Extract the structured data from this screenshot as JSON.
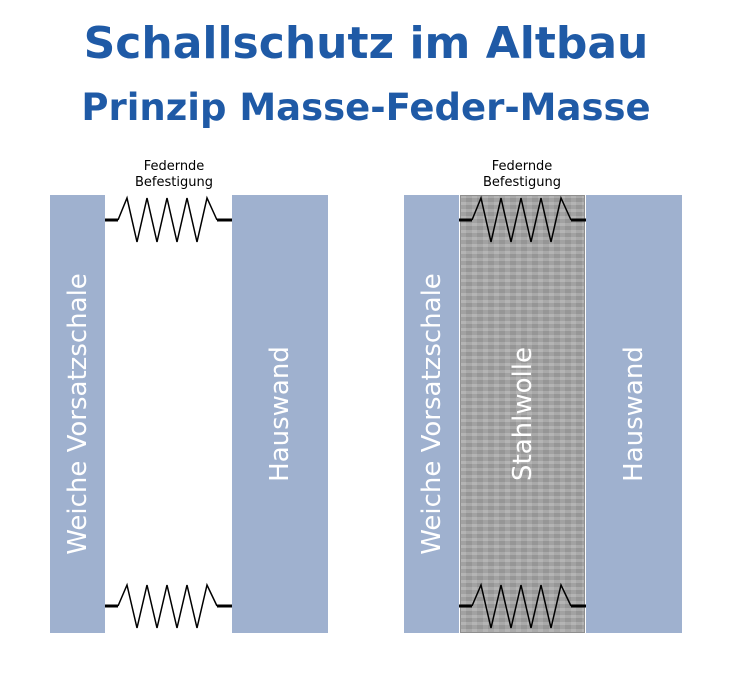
{
  "title": "Schallschutz im Altbau",
  "subtitle": "Prinzip Masse-Feder-Masse",
  "left_diagram": {
    "inner_wall_label": "Weiche Vorsatzschale",
    "outer_wall_label": "Hauswand",
    "spring_label_line1": "Federnde",
    "spring_label_line2": "Befestigung"
  },
  "right_diagram": {
    "inner_wall_label": "Weiche Vorsatzschale",
    "fill_label": "Stahlwolle",
    "outer_wall_label": "Hauswand",
    "spring_label_line1": "Federnde",
    "spring_label_line2": "Befestigung"
  },
  "colors": {
    "title": "#1f5aa6",
    "wall": "#9fb1cf",
    "wool": "#a8a8a8"
  }
}
